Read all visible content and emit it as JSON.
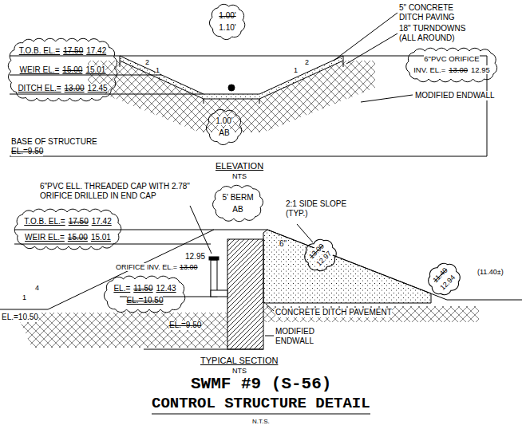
{
  "diagram": {
    "title": "SWMF #9 (S-56)",
    "nodes": [
      {
        "text": [
          "1.00'",
          "1.10'"
        ]
      },
      {
        "text": [
          "T.O.B. EL.=",
          "17.50",
          "17.42",
          "WEIR EL.=",
          "15.00",
          "15.01",
          "DITCH EL.=",
          "13.00",
          "12.45"
        ]
      },
      {
        "text": [
          "1.00'",
          "AB"
        ]
      },
      {
        "text": [
          "6\"PVC ORIFICE",
          "INV. EL.=",
          "13.00",
          "12.95"
        ]
      },
      {
        "text": [
          "5' BERM",
          "AB"
        ]
      },
      {
        "text": [
          "T.O.B. EL.=",
          "17.50",
          "17.42",
          "WEIR EL.=",
          "15.00",
          "15.01"
        ]
      },
      {
        "text": [
          "13.00",
          "12.97"
        ]
      },
      {
        "text": [
          "EL.=",
          "11.50",
          "12.43",
          "EL.=10.50"
        ]
      },
      {
        "text": [
          "11.40",
          "12.94"
        ]
      }
    ],
    "labels": [
      "BASE OF STRUCTURE",
      "EL.=9.50",
      "5\" CONCRETE DITCH PAVING",
      "18\" TURNDOWNS (ALL AROUND)",
      "MODIFIED ENDWALL",
      "2",
      "1",
      "1",
      "2",
      "ELEVATION",
      "NTS",
      "6\"PVC ELL. THREADED CAP WITH 2.78\" ORIFICE DRILLED IN END CAP",
      "2:1 SIDE SLOPE (TYP.)",
      "6\"",
      "12.95",
      "ORIFICE INV. EL.=",
      "13.00",
      "EL.=9.50",
      "EL.=10.50",
      "1",
      "4",
      "(11.40±)",
      "CONCRETE DITCH PAVEMENT",
      "MODIFIED ENDWALL",
      "TYPICAL SECTION",
      "NTS",
      "CONTROL STRUCTURE DETAIL",
      "N.T.S."
    ]
  }
}
